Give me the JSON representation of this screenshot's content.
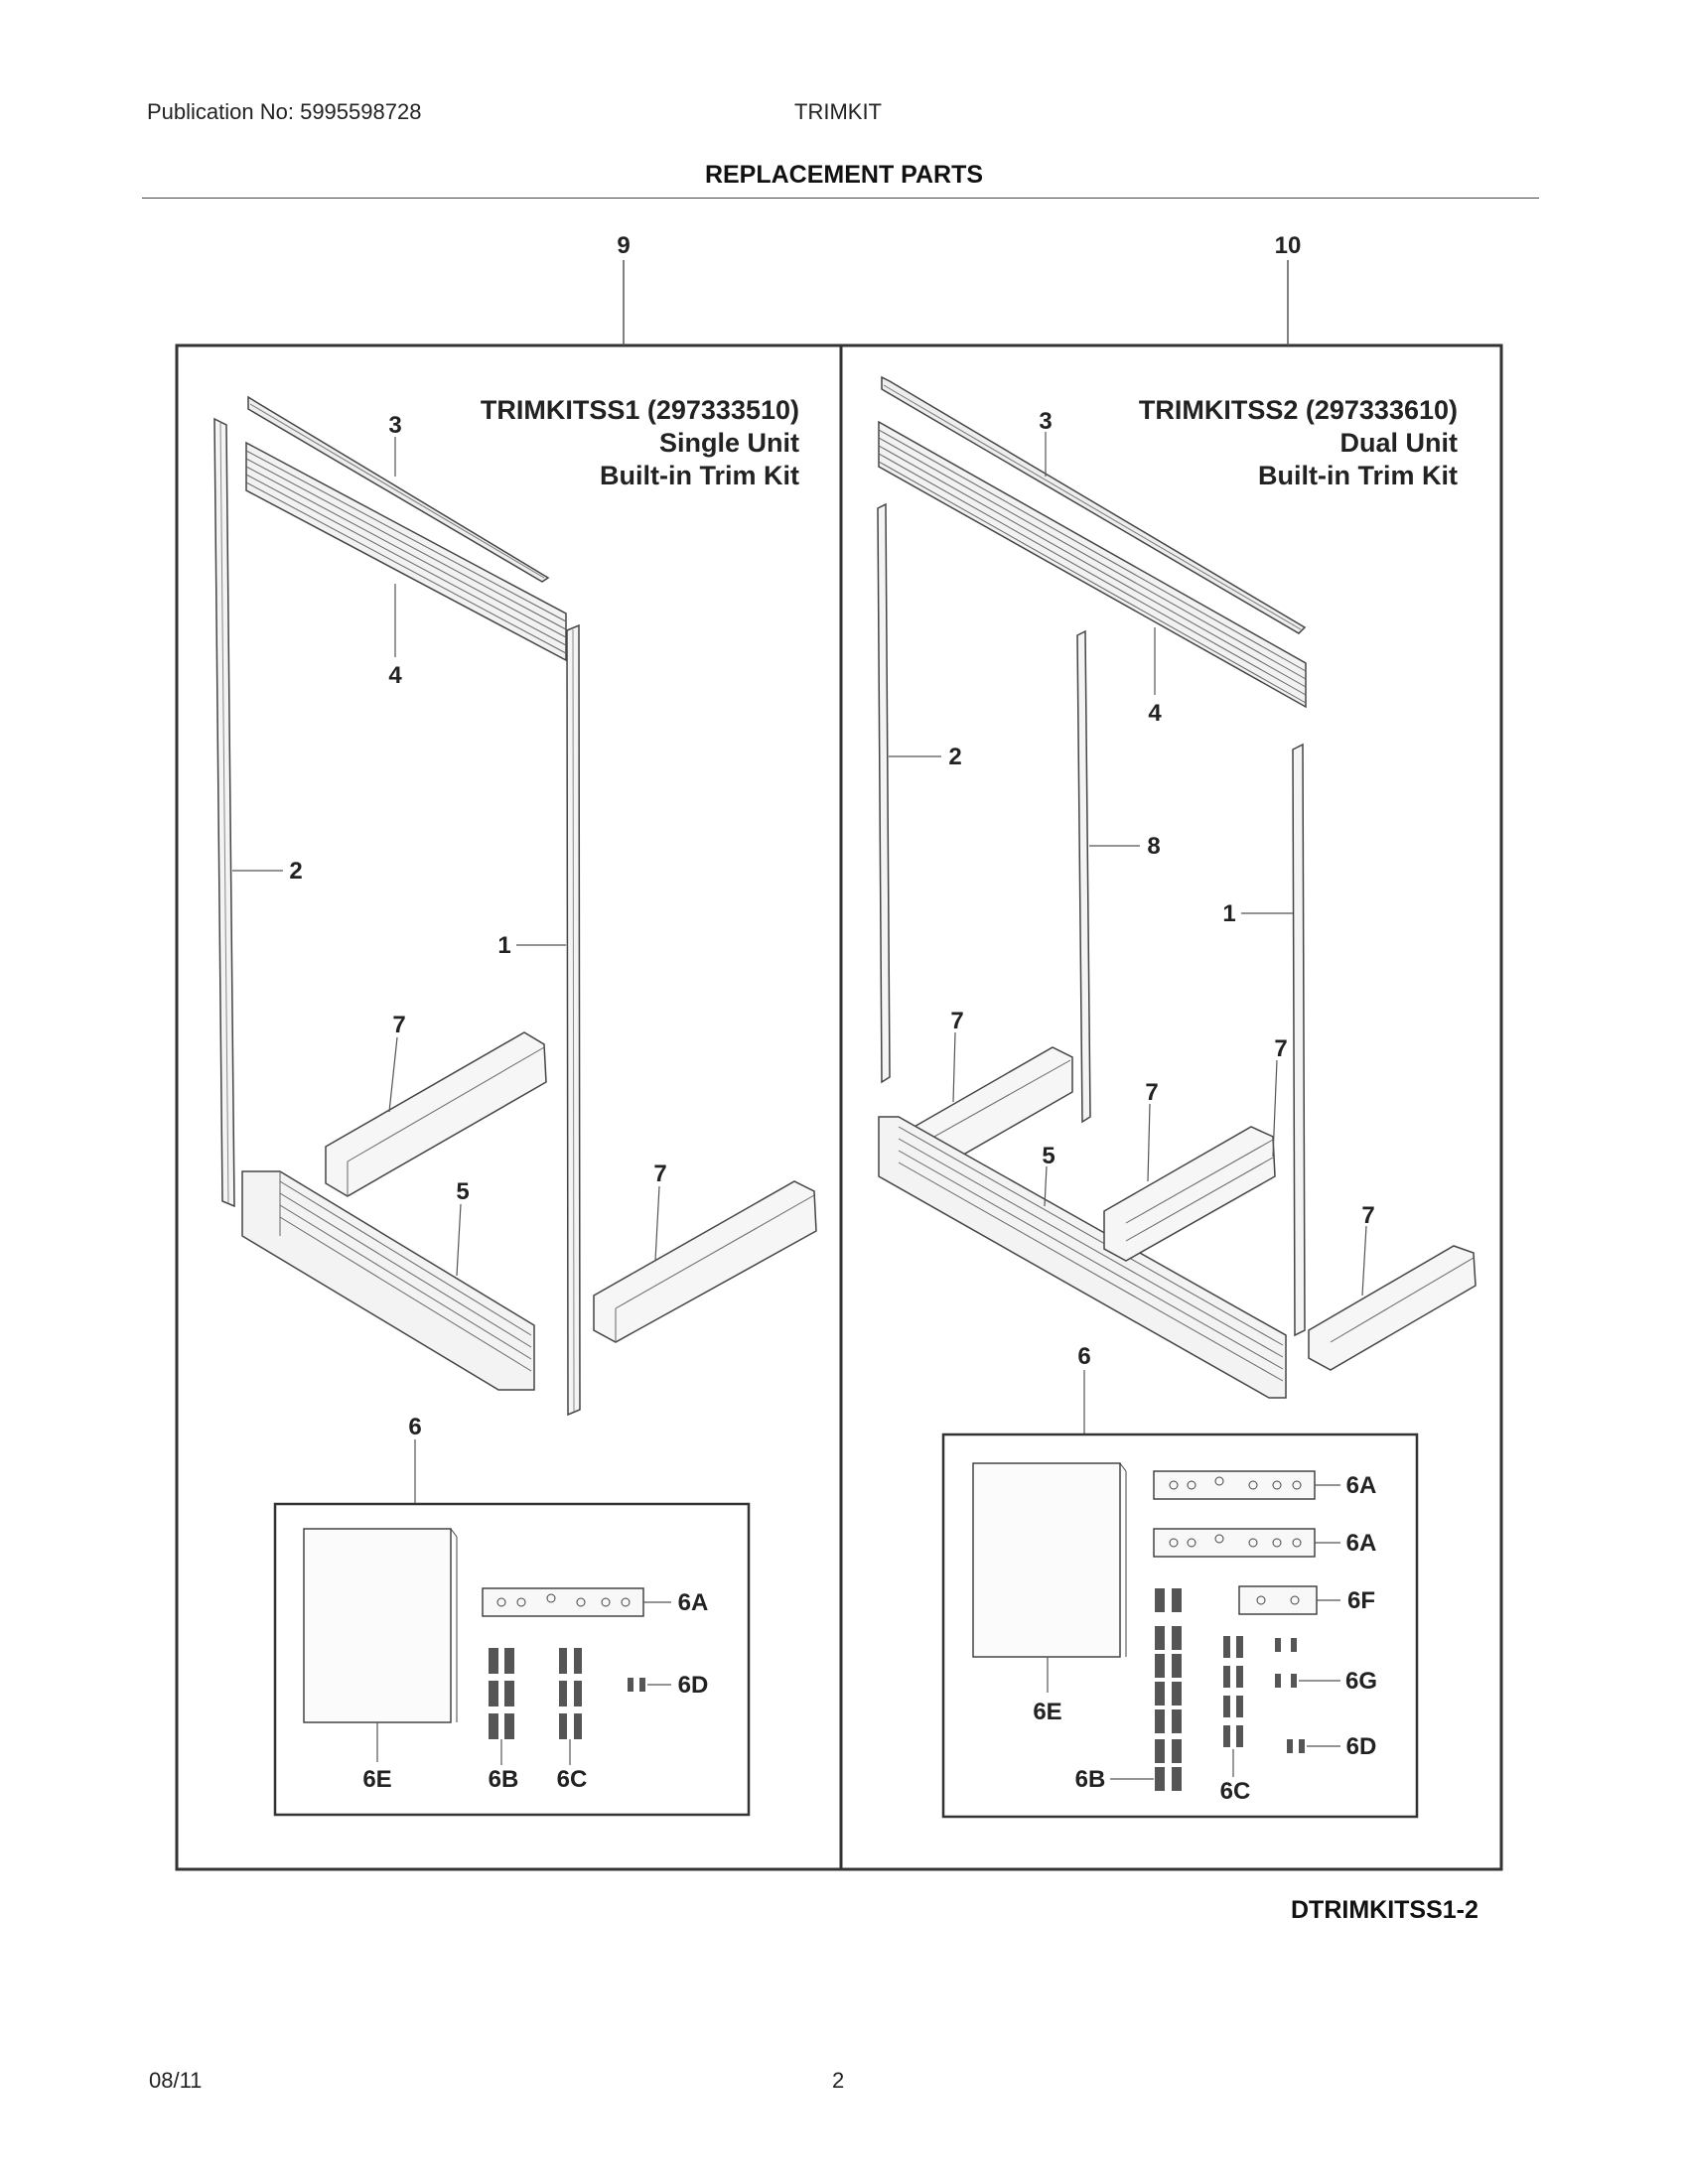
{
  "header": {
    "publication": "Publication No: 5995598728",
    "section": "TRIMKIT",
    "title": "REPLACEMENT PARTS"
  },
  "panels": [
    {
      "callout": "9",
      "kit_name": "TRIMKITSS1 (297333510)",
      "kit_desc1": "Single Unit",
      "kit_desc2": "Built-in Trim Kit",
      "parts": {
        "p1": "1",
        "p2": "2",
        "p3": "3",
        "p4": "4",
        "p5": "5",
        "p7a": "7",
        "p7b": "7",
        "p6": "6",
        "p6a": "6A",
        "p6d": "6D",
        "p6e": "6E",
        "p6b": "6B",
        "p6c": "6C"
      }
    },
    {
      "callout": "10",
      "kit_name": "TRIMKITSS2 (297333610)",
      "kit_desc1": "Dual Unit",
      "kit_desc2": "Built-in Trim Kit",
      "parts": {
        "p1": "1",
        "p2": "2",
        "p3": "3",
        "p4": "4",
        "p5": "5",
        "p8": "8",
        "p7a": "7",
        "p7b": "7",
        "p7c": "7",
        "p7d": "7",
        "p6": "6",
        "p6a1": "6A",
        "p6a2": "6A",
        "p6f": "6F",
        "p6g": "6G",
        "p6d": "6D",
        "p6e": "6E",
        "p6b": "6B",
        "p6c": "6C"
      }
    }
  ],
  "drawing_id": "DTRIMKITSS1-2",
  "footer": {
    "date": "08/11",
    "page": "2"
  }
}
